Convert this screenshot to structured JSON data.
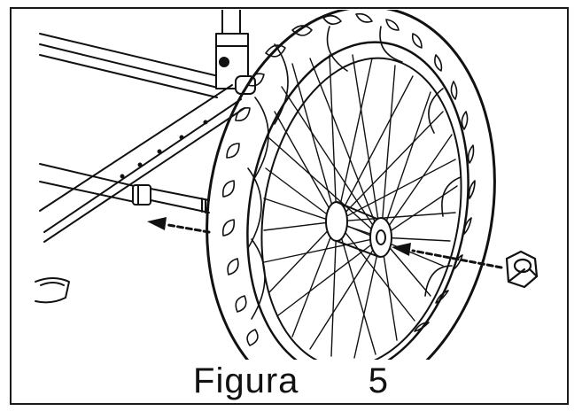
{
  "figure": {
    "caption": "Figura   5"
  },
  "colors": {
    "line": "#111111",
    "background": "#ffffff"
  },
  "icons": [
    "frame-tube",
    "axle",
    "wheel",
    "tire",
    "spokes",
    "hub",
    "nut",
    "arrow"
  ]
}
